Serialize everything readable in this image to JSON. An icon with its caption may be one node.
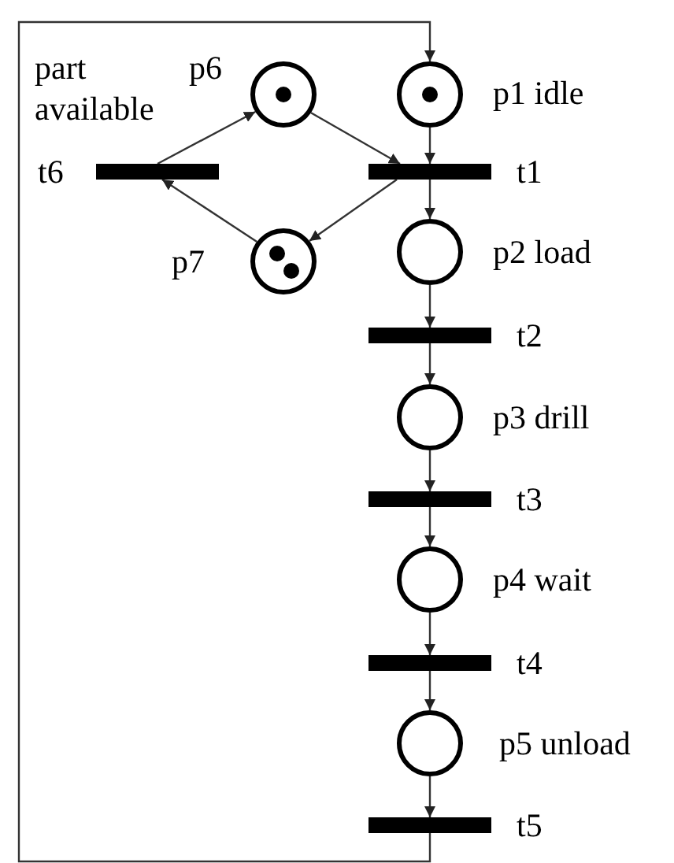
{
  "diagram": {
    "nodes": [
      {
        "text": [],
        "shape": "circle",
        "beside": [
          "part available",
          "p6"
        ]
      },
      {
        "text": [],
        "shape": "circle",
        "beside": [
          "p1 idle"
        ]
      },
      {
        "text": [],
        "shape": "bar",
        "beside": [
          "t6"
        ]
      },
      {
        "text": [],
        "shape": "bar",
        "beside": [
          "t1"
        ]
      },
      {
        "text": [],
        "shape": "circle",
        "beside": [
          "p7"
        ]
      },
      {
        "text": [],
        "shape": "circle",
        "beside": [
          "p2 load"
        ]
      },
      {
        "text": [],
        "shape": "bar",
        "beside": [
          "t2"
        ]
      },
      {
        "text": [],
        "shape": "circle",
        "beside": [
          "p3 drill"
        ]
      },
      {
        "text": [],
        "shape": "bar",
        "beside": [
          "t3"
        ]
      },
      {
        "text": [],
        "shape": "circle",
        "beside": [
          "p4 wait"
        ]
      },
      {
        "text": [],
        "shape": "bar",
        "beside": [
          "t4"
        ]
      },
      {
        "text": [],
        "shape": "circle",
        "beside": [
          "p5 unload"
        ]
      },
      {
        "text": [],
        "shape": "bar",
        "beside": [
          "t5"
        ]
      }
    ],
    "edges": [
      {
        "from": 12,
        "to": 1,
        "arrow": "to"
      },
      {
        "from": 1,
        "to": 3,
        "arrow": "to"
      },
      {
        "from": 0,
        "to": 3,
        "arrow": "to"
      },
      {
        "from": 3,
        "to": 4,
        "arrow": "to"
      },
      {
        "from": 4,
        "to": 2,
        "arrow": "to"
      },
      {
        "from": 2,
        "to": 0,
        "arrow": "to"
      },
      {
        "from": 3,
        "to": 5,
        "arrow": "to"
      },
      {
        "from": 5,
        "to": 6,
        "arrow": "to"
      },
      {
        "from": 6,
        "to": 7,
        "arrow": "to"
      },
      {
        "from": 7,
        "to": 8,
        "arrow": "to"
      },
      {
        "from": 8,
        "to": 9,
        "arrow": "to"
      },
      {
        "from": 9,
        "to": 10,
        "arrow": "to"
      },
      {
        "from": 10,
        "to": 11,
        "arrow": "to"
      },
      {
        "from": 11,
        "to": 12,
        "arrow": "to"
      }
    ]
  }
}
